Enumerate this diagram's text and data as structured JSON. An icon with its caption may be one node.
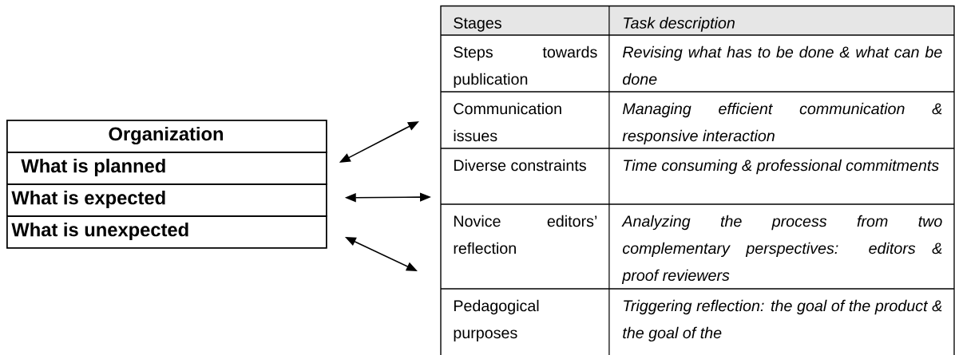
{
  "diagram": {
    "nodes": [
      {
        "text": [
          "Organization"
        ]
      },
      {
        "text": [
          "What is planned"
        ]
      },
      {
        "text": [
          "What is expected"
        ]
      },
      {
        "text": [
          "What is unexpected"
        ]
      },
      {
        "text": [
          "Stages",
          "Task description",
          "Steps towards publication",
          "Revising what has to be done & what can be done",
          "Communication issues",
          "Managing efficient communication & responsive interaction",
          "Diverse constraints",
          "Time consuming & professional commitments",
          "Novice editors’ reflection",
          "Analyzing the process from two complementary perspectives: editors & proof reviewers",
          "Pedagogical purposes",
          "Triggering reflection: the goal of the product & the goal of the"
        ]
      }
    ],
    "edges": [
      {
        "from": 1,
        "to": 4,
        "arrow": "both"
      },
      {
        "from": 2,
        "to": 4,
        "arrow": "both"
      },
      {
        "from": 3,
        "to": 4,
        "arrow": "both"
      }
    ]
  }
}
